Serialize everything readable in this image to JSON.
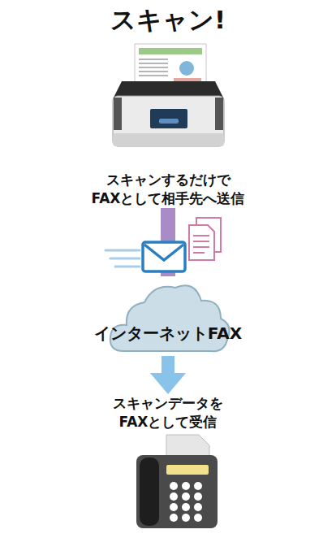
{
  "diagram": {
    "title": "スキャン!",
    "nodes": [
      {
        "text": [
          "スキャンするだけで FAXとして相手先へ送信"
        ]
      },
      {
        "text": [
          "インターネットFAX"
        ]
      },
      {
        "text": [
          "スキャンデータを FAXとして受信"
        ]
      }
    ],
    "edges": [
      {
        "from": 0,
        "to": 1,
        "arrow": "none"
      },
      {
        "from": 1,
        "to": 2,
        "arrow": "to"
      }
    ]
  }
}
